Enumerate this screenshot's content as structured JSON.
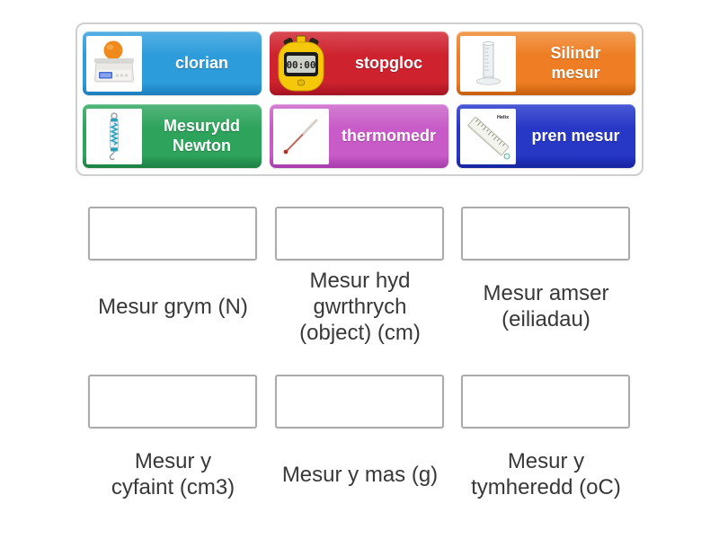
{
  "tiles": [
    {
      "label": "clorian",
      "icon": "kitchen-scale-icon",
      "colors": {
        "base": "#2D9CDB",
        "light": "#55AFE3",
        "dark": "#1B7EBD"
      }
    },
    {
      "label": "stopgloc",
      "icon": "stopwatch-icon",
      "display": "00:00",
      "colors": {
        "base": "#CE222F",
        "light": "#D84A54",
        "dark": "#A51220"
      }
    },
    {
      "label": "Silindr\nmesur",
      "icon": "measuring-cylinder-icon",
      "colors": {
        "base": "#EE7D23",
        "light": "#F29C52",
        "dark": "#C55F0F"
      }
    },
    {
      "label": "Mesurydd\nNewton",
      "icon": "newton-meter-icon",
      "colors": {
        "base": "#2EA35C",
        "light": "#53B67B",
        "dark": "#1B7F43"
      }
    },
    {
      "label": "thermomedr",
      "icon": "thermometer-icon",
      "colors": {
        "base": "#C85BC8",
        "light": "#D37FD3",
        "dark": "#A73BAB"
      }
    },
    {
      "label": "pren mesur",
      "icon": "ruler-icon",
      "ruler_brand": "Helix",
      "colors": {
        "base": "#2737C6",
        "light": "#4A59D4",
        "dark": "#16229E"
      }
    }
  ],
  "zones": [
    {
      "label": "Mesur grym (N)"
    },
    {
      "label": "Mesur hyd\ngwrthrych\n(object) (cm)"
    },
    {
      "label": "Mesur amser\n(eiliadau)"
    },
    {
      "label": "Mesur y\ncyfaint (cm3)"
    },
    {
      "label": "Mesur y mas (g)"
    },
    {
      "label": "Mesur y\ntymheredd (oC)"
    }
  ]
}
